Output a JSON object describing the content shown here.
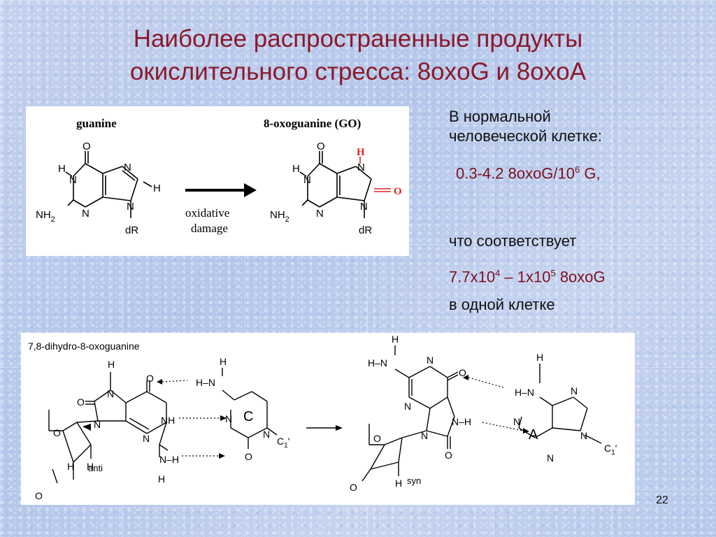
{
  "slide": {
    "title_line1": "Наиболее распространенные продукты",
    "title_line2": "окислительного стресса: 8oxoG и 8oxoA",
    "page_number": "22"
  },
  "side_text": {
    "line1": "В нормальной",
    "line2": "человеческой клетке:",
    "range_prefix": "0.3-4.2 8oxoG/10",
    "range_exp": "6",
    "range_suffix": " G,",
    "line4": "что соответствует",
    "count_a": "7.7x10",
    "count_a_exp": "4",
    "count_dash": " – 1x10",
    "count_b_exp": "5",
    "count_suffix": " 8oxoG",
    "line6": "в одной клетке"
  },
  "top_figure": {
    "guanine_label": "guanine",
    "oxo_label": "8-oxoguanine (GO)",
    "arrow_line1": "oxidative",
    "arrow_line2": "damage",
    "atoms": {
      "O": "O",
      "H": "H",
      "N": "N",
      "NH2": "NH",
      "sub2": "2",
      "dR": "dR"
    }
  },
  "bottom_figure": {
    "label": "7,8-dihydro-8-oxoguanine",
    "anti": "anti",
    "syn": "syn",
    "base_c": "C",
    "base_a": "A",
    "c1": "C",
    "c1_sub": "1",
    "c1_prime": "'",
    "nh": "NH",
    "nh_right": "N–H",
    "hn": "H–N",
    "hn_dash": "N–H",
    "atoms": {
      "O": "O",
      "H": "H",
      "N": "N"
    }
  },
  "colors": {
    "title": "#8b1a2a",
    "highlight": "#e02020"
  }
}
